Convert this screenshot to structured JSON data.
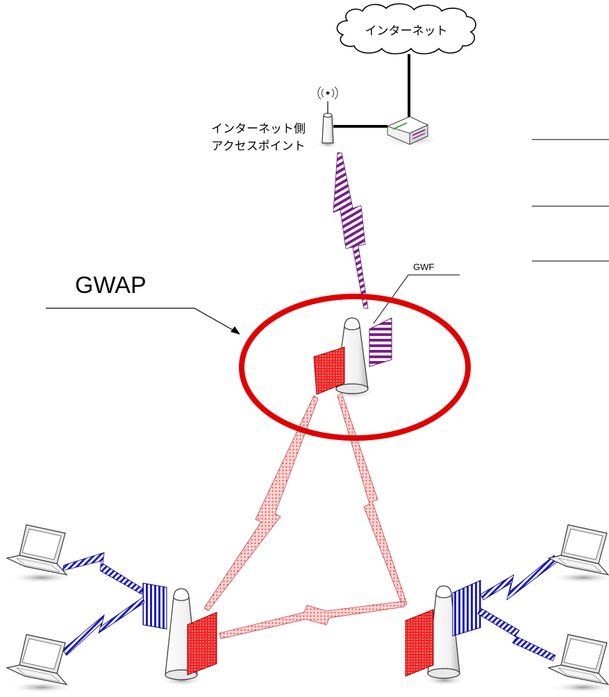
{
  "internet": {
    "label": "インターネット"
  },
  "access_point": {
    "label_line1": "インターネット側",
    "label_line2": "アクセスポイント"
  },
  "gwap": {
    "label": "GWAP"
  },
  "gwf": {
    "label": "GWF"
  },
  "colors": {
    "highlight_ring": "#e00000",
    "purple_link": "#7a1f8a",
    "red_link": "#ff3333",
    "pink_link": "#f4a0a0",
    "blue_link": "#1a1acc"
  }
}
